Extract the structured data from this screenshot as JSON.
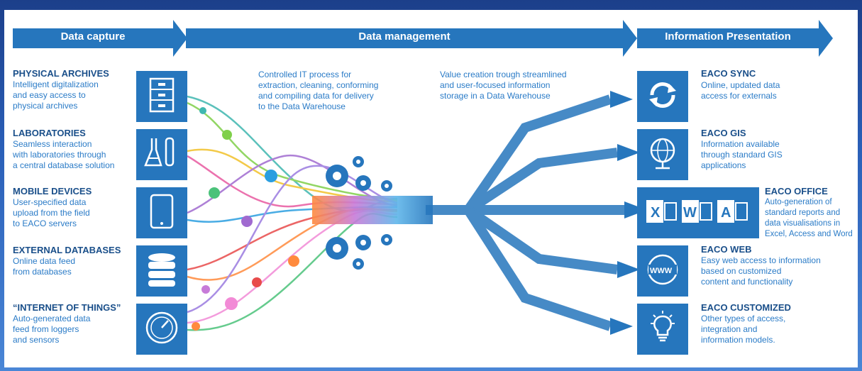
{
  "banners": {
    "capture": "Data capture",
    "management": "Data management",
    "presentation": "Information Presentation"
  },
  "captions": {
    "process": "Controlled IT process for\nextraction, cleaning, conforming\nand compiling data for delivery\nto the Data Warehouse",
    "value": "Value creation trough streamlined\nand user-focused information\nstorage in a Data Warehouse"
  },
  "sources": [
    {
      "title": "PHYSICAL ARCHIVES",
      "desc": "Intelligent digitalization\nand easy access to\nphysical archives",
      "icon": "file-cabinet-icon"
    },
    {
      "title": "LABORATORIES",
      "desc": "Seamless interaction\nwith laboratories through\na central database solution",
      "icon": "lab-flasks-icon"
    },
    {
      "title": "MOBILE DEVICES",
      "desc": "User-specified data\nupload from the field\nto EACO servers",
      "icon": "tablet-icon"
    },
    {
      "title": "EXTERNAL DATABASES",
      "desc": "Online data feed\nfrom databases",
      "icon": "database-icon"
    },
    {
      "title": "“INTERNET OF THINGS”",
      "desc": "Auto-generated data\nfeed from loggers\nand sensors",
      "icon": "gauge-icon"
    }
  ],
  "outputs": [
    {
      "title": "EACO SYNC",
      "desc": "Online, updated data\naccess for externals",
      "icon": "sync-icon"
    },
    {
      "title": "EACO GIS",
      "desc": "Information available\nthrough standard GIS\napplications",
      "icon": "globe-icon"
    },
    {
      "title": "EACO OFFICE",
      "desc": "Auto-generation of\nstandard reports and\ndata visualisations in\nExcel, Access and Word",
      "icon": "office-apps-icon"
    },
    {
      "title": "EACO WEB",
      "desc": "Easy web access to information\nbased on customized\ncontent and functionality",
      "icon": "www-icon"
    },
    {
      "title": "EACO CUSTOMIZED",
      "desc": "Other types of access,\nintegration and\ninformation models.",
      "icon": "lightbulb-icon"
    }
  ],
  "colors": {
    "primary": "#2676bd",
    "heading": "#1a4f8a",
    "text": "#2a7bc7",
    "background": "#ffffff"
  }
}
